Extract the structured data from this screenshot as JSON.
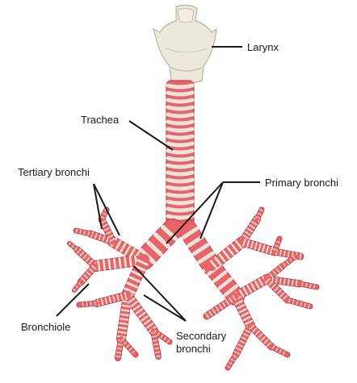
{
  "labels": {
    "larynx": "Larynx",
    "trachea": "Trachea",
    "tertiary_bronchi": "Tertiary bronchi",
    "primary_bronchi": "Primary bronchi",
    "bronchiole": "Bronchiole",
    "secondary_bronchi_line1": "Secondary",
    "secondary_bronchi_line2": "bronchi"
  },
  "colors": {
    "airway": "#e8646a",
    "airway_outline": "#b8444a",
    "cartilage": "#e9e4d8",
    "cartilage_shadow": "#c9c1b0",
    "larynx": "#ece8dc",
    "leader_line": "#1a1a1a"
  }
}
